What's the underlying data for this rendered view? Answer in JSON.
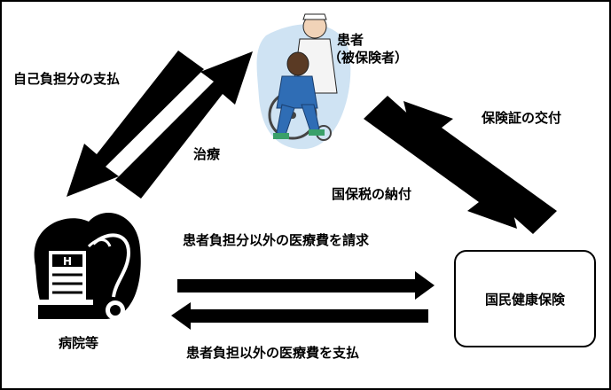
{
  "nodes": {
    "patient_line1": "患者",
    "patient_line2": "（被保険者）",
    "hospital": "病院等",
    "insurer": "国民健康保険",
    "hospital_sign": "H"
  },
  "edges": {
    "copay": "自己負担分の支払",
    "treatment": "治療",
    "tax": "国保税の納付",
    "card": "保険証の交付",
    "claim": "患者負担分以外の医療費を請求",
    "payment": "患者負担以外の医療費を支払"
  },
  "colors": {
    "arrow": "#000000",
    "patient_bg": "#cfe3f3",
    "patient_blue": "#2f6db5",
    "background": "#ffffff"
  }
}
